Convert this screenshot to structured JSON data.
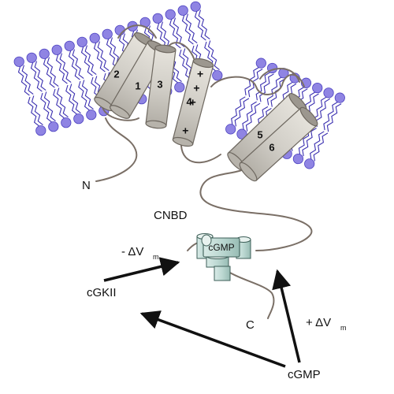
{
  "diagram": {
    "helices": [
      "2",
      "1",
      "3",
      "4",
      "5",
      "6"
    ],
    "voltage_sensor_charges": [
      "+",
      "+",
      "+",
      "+",
      "+"
    ],
    "labels": {
      "n_terminus": "N",
      "c_terminus": "C",
      "cnbd": "CNBD",
      "bound_ligand": "cGMP",
      "cgkii": "cGKII",
      "cgmp": "cGMP",
      "neg_voltage": "- ΔV",
      "pos_voltage": "+ ΔV",
      "subscript_m": "m"
    },
    "colors": {
      "membrane_head": "#8f84e3",
      "membrane_tail": "#3a2fb0",
      "helix_fill": "#d2cfc8",
      "loop": "#7a6f66",
      "cnbd_fill": "#bcd8d2",
      "arrow": "#111111"
    }
  }
}
